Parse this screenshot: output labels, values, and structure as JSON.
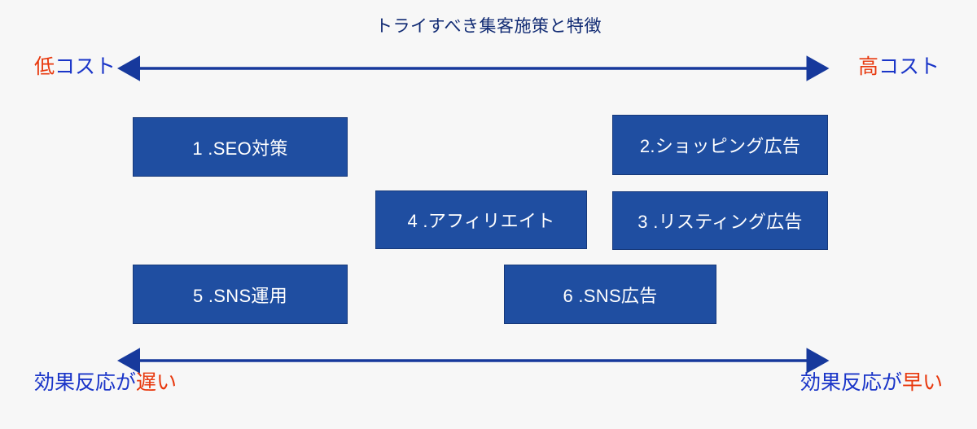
{
  "diagram": {
    "title": "トライすべき集客施策と特徴",
    "background_color": "#f7f7f7",
    "title_color": "#102a73",
    "box_fill_color": "#1f4ea1",
    "box_border_color": "#17397a",
    "box_text_color": "#ffffff",
    "arrow_color": "#17399c",
    "label_blue_color": "#1a35c8",
    "label_accent_color": "#e8380d"
  },
  "axes": {
    "horizontal_cost": {
      "left_label_accent": "低",
      "left_label_rest": "コスト",
      "right_label_accent": "高",
      "right_label_rest": "コスト",
      "arrow_style": "double-headed"
    },
    "horizontal_speed": {
      "left_label_rest": "効果反応が",
      "left_label_accent": "遅い",
      "right_label_rest": "効果反応が",
      "right_label_accent": "早い",
      "arrow_style": "double-headed"
    }
  },
  "boxes": [
    {
      "id": "seo",
      "label": "1 .SEO対策"
    },
    {
      "id": "shopping",
      "label": "2.ショッピング広告"
    },
    {
      "id": "affiliate",
      "label": "4 .アフィリエイト"
    },
    {
      "id": "listing",
      "label": "3 .リスティング広告"
    },
    {
      "id": "sns-ops",
      "label": "5 .SNS運用"
    },
    {
      "id": "sns-ad",
      "label": "6 .SNS広告"
    }
  ]
}
